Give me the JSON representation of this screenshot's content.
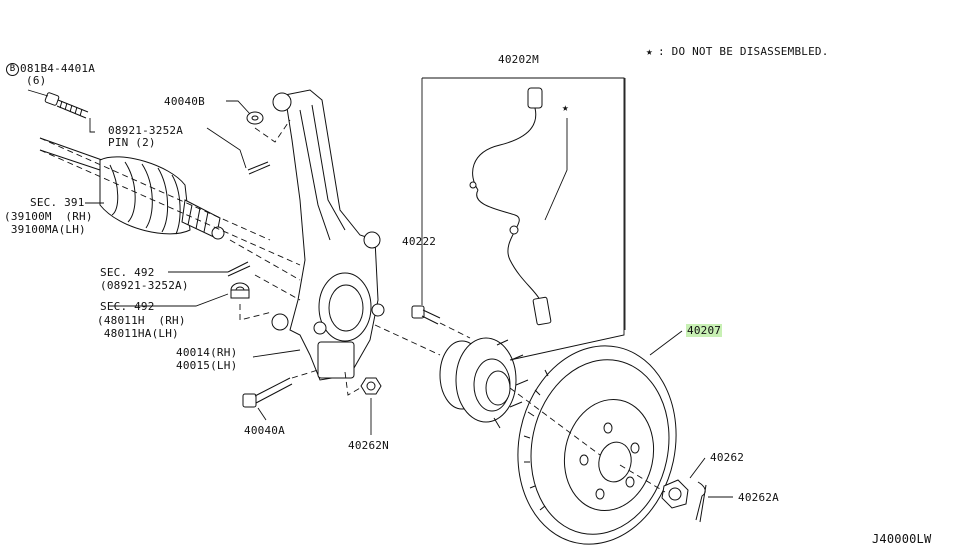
{
  "note": {
    "star": "★",
    "text": ": DO NOT BE DISASSEMBLED."
  },
  "diagram_code": "J40000LW",
  "labels": {
    "bolt_code_circle": "B",
    "bolt_code": "081B4-4401A",
    "bolt_qty": "(6)",
    "l_40040B": "40040B",
    "l_pin_1": "08921-3252A",
    "l_pin_2": "PIN (2)",
    "l_sec391": "SEC. 391",
    "l_39100m": "(39100M  (RH)",
    "l_39100ma": " 39100MA(LH)",
    "l_sec492a": "SEC. 492",
    "l_sec492a_sub": "(08921-3252A)",
    "l_sec492b": "SEC. 492",
    "l_48011h": "(48011H  (RH)",
    "l_48011ha": " 48011HA(LH)",
    "l_40014": "40014(RH)",
    "l_40015": "40015(LH)",
    "l_40040A": "40040A",
    "l_40262N": "40262N",
    "l_40202M": "40202M",
    "l_40222": "40222",
    "l_40207": "40207",
    "l_40262": "40262",
    "l_40262A": "40262A",
    "sensor_star": "★"
  }
}
